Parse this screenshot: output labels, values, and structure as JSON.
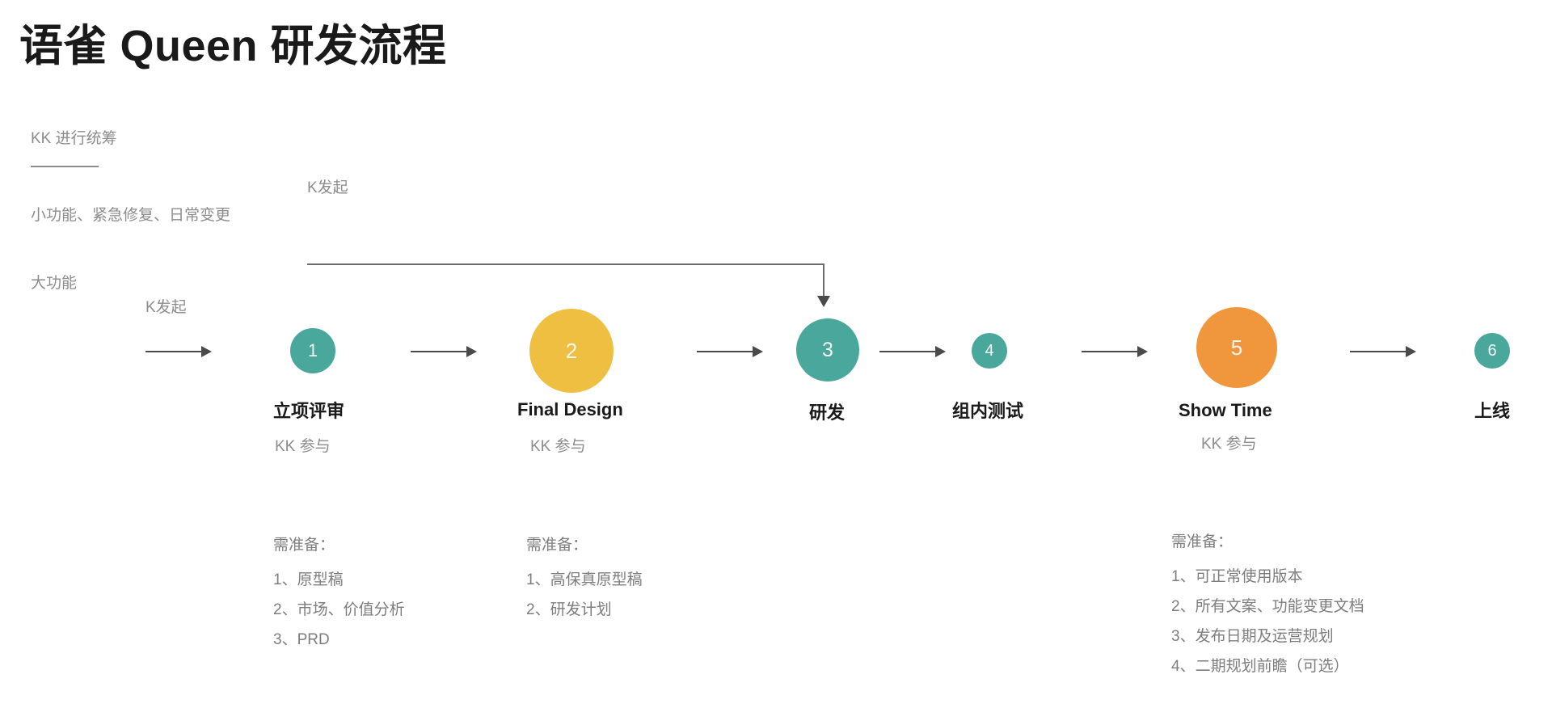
{
  "title": "语雀 Queen 研发流程",
  "annotations": {
    "coordinator": "KK 进行统筹",
    "branch_small_label": "小功能、紧急修复、日常变更",
    "branch_small_trigger": "K发起",
    "branch_big_label": "大功能",
    "branch_big_trigger": "K发起"
  },
  "stages": [
    {
      "num": "1",
      "title": "立项评审",
      "sub": "KK 参与",
      "color": "#4AA79B",
      "size": "medium"
    },
    {
      "num": "2",
      "title": "Final Design",
      "sub": "KK 参与",
      "color": "#EFBF42",
      "size": "large"
    },
    {
      "num": "3",
      "title": "研发",
      "sub": "",
      "color": "#4AA79B",
      "size": "big"
    },
    {
      "num": "4",
      "title": "组内测试",
      "sub": "",
      "color": "#4AA79B",
      "size": "small"
    },
    {
      "num": "5",
      "title": "Show Time",
      "sub": "KK 参与",
      "color": "#F0963C",
      "size": "large"
    },
    {
      "num": "6",
      "title": "上线",
      "sub": "",
      "color": "#4AA79B",
      "size": "small"
    }
  ],
  "prep_lists": [
    {
      "heading": "需准备：",
      "items": [
        "1、原型稿",
        "2、市场、价值分析",
        "3、PRD"
      ]
    },
    {
      "heading": "需准备：",
      "items": [
        "1、高保真原型稿",
        "2、研发计划"
      ]
    },
    {
      "heading": "需准备：",
      "items": [
        "1、可正常使用版本",
        "2、所有文案、功能变更文档",
        "3、发布日期及运营规划",
        "4、二期规划前瞻（可选）"
      ]
    }
  ],
  "colors": {
    "teal": "#4AA79B",
    "yellow": "#EFBF42",
    "orange": "#F0963C",
    "line": "#4A4A4A",
    "muted_text": "#8C8C8C"
  }
}
